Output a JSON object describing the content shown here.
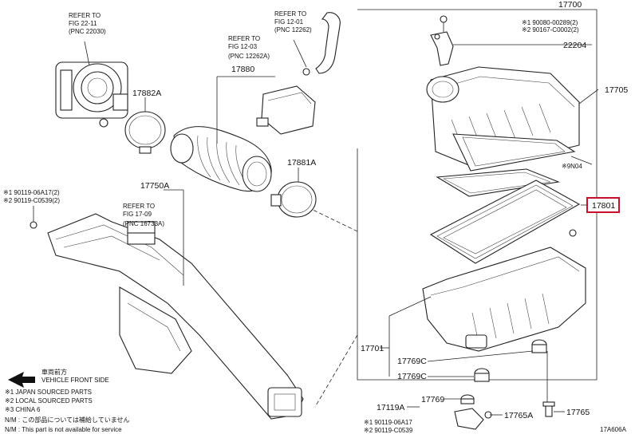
{
  "labels": {
    "p17700": "17700",
    "p17705": "17705",
    "p22204": "22204",
    "p17801": "17801",
    "n04": "※9N04",
    "bolt_a1": "※1 90080-00289(2)",
    "bolt_a2": "※2 90167-C0002(2)",
    "p17880": "17880",
    "p17882a": "17882A",
    "p17881a": "17881A",
    "p17750a": "17750A",
    "bolt_b1": "※1 90119-06A17(2)",
    "bolt_b2": "※2 90119-C0539(2)",
    "p17701": "17701",
    "p17769c_1": "17769C",
    "p17769c_2": "17769C",
    "p17119a": "17119A",
    "p17769": "17769",
    "p17765a": "17765A",
    "p17765": "17765",
    "bolt_c1": "※1 90119-06A17",
    "bolt_c2": "※2 90119-C0539",
    "diagram_code": "17A606A"
  },
  "refs": {
    "r1": [
      "REFER TO",
      "FIG 22-11",
      "(PNC 22030)"
    ],
    "r2": [
      "REFER TO",
      "FIG 12-01",
      "(PNC 12262)"
    ],
    "r3": [
      "REFER TO",
      "FIG 12-03",
      "(PNC 12262A)"
    ],
    "r4": [
      "REFER TO",
      "FIG 17-09",
      "(PNC 16733A)"
    ]
  },
  "legend": {
    "front_jp": "車両前方",
    "front_en": "VEHICLE FRONT SIDE",
    "note1": "※1 JAPAN SOURCED PARTS",
    "note2": "※2 LOCAL SOURCED PARTS",
    "note3": "※3 CHINA 6",
    "nm_jp": "N/M : この部品については補給していません",
    "nm_en": "N/M : This part is not available for service"
  },
  "colors": {
    "highlight": "#c8102e",
    "line": "#222222"
  }
}
